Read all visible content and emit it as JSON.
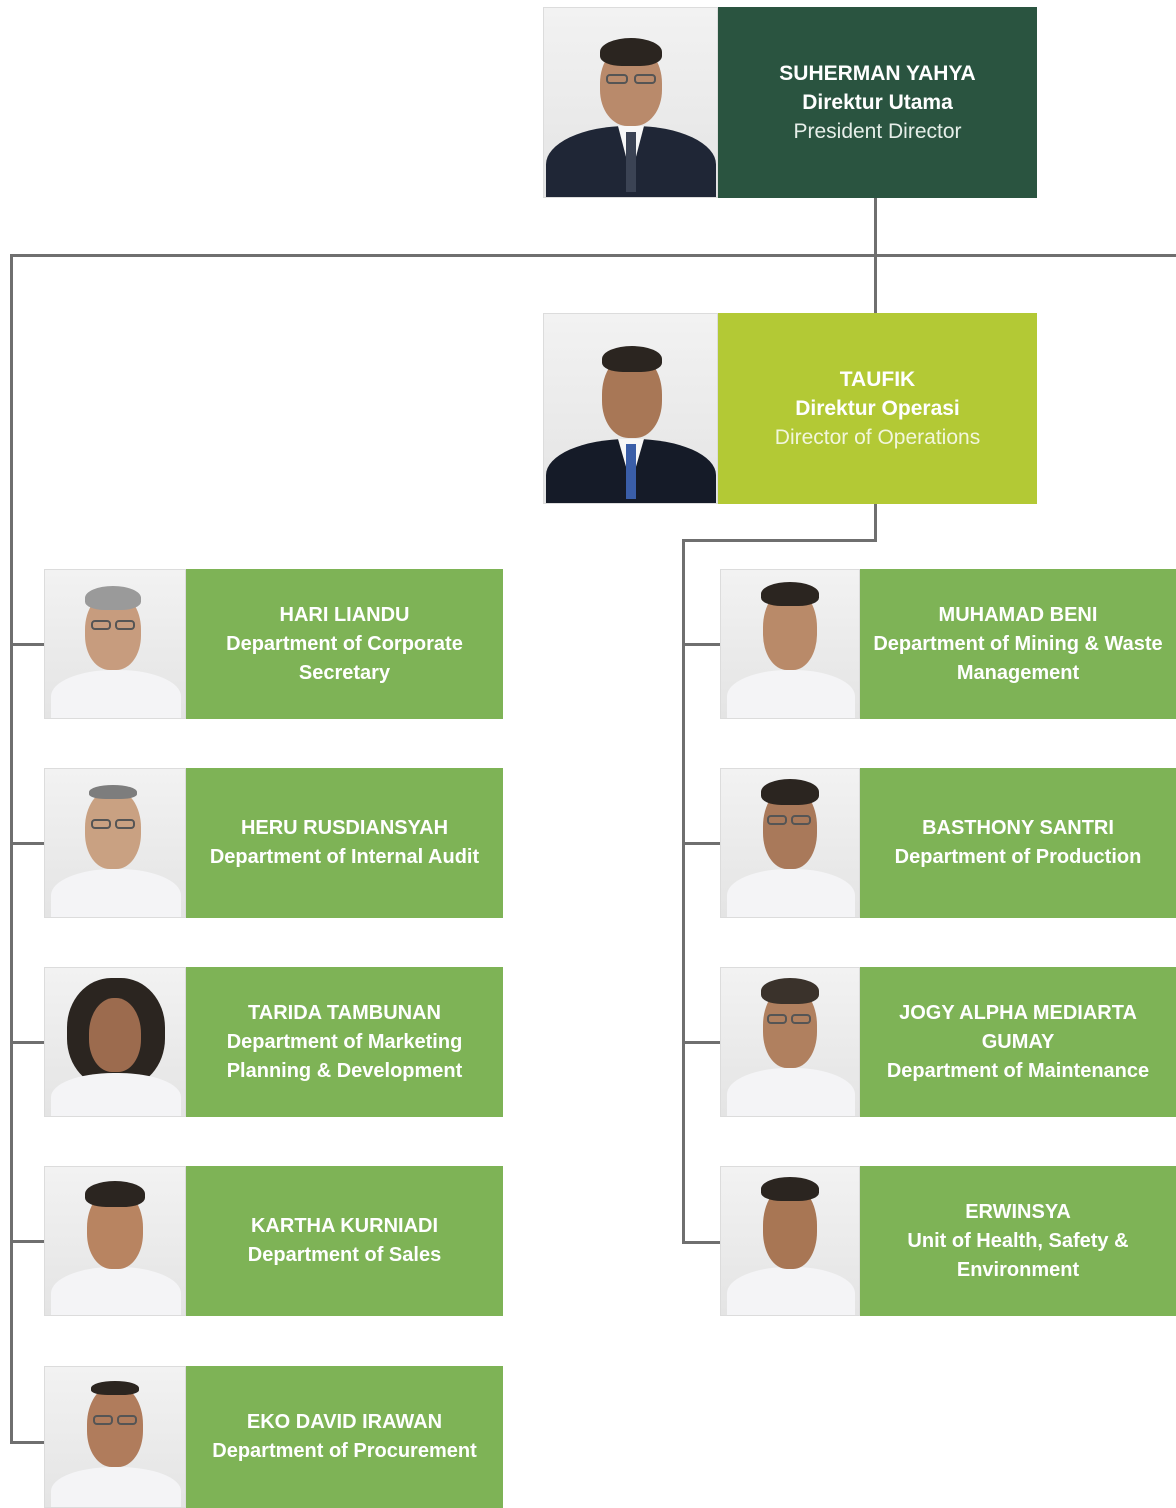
{
  "top": {
    "name": "SUHERMAN YAHYA",
    "role_id": "Direktur Utama",
    "role_en": "President Director"
  },
  "ops": {
    "name": "TAUFIK",
    "role_id": "Direktur Operasi",
    "role_en": "Director of Operations"
  },
  "left_units": [
    {
      "name": "HARI LIANDU",
      "dept": "Department of Corporate Secretary"
    },
    {
      "name": "HERU RUSDIANSYAH",
      "dept": "Department of Internal Audit"
    },
    {
      "name": "TARIDA TAMBUNAN",
      "dept": "Department of Marketing Planning & Development"
    },
    {
      "name": "KARTHA KURNIADI",
      "dept": "Department of Sales"
    },
    {
      "name": "EKO DAVID IRAWAN",
      "dept": "Department of Procurement"
    }
  ],
  "right_units": [
    {
      "name": "MUHAMAD BENI",
      "dept": "Department of Mining & Waste Management"
    },
    {
      "name": "BASTHONY SANTRI",
      "dept": "Department of Production"
    },
    {
      "name": "JOGY ALPHA MEDIARTA GUMAY",
      "dept": "Department of Maintenance"
    },
    {
      "name": "ERWINSYA",
      "dept": "Unit of Health, Safety & Environment"
    }
  ],
  "colors": {
    "top_box": "#2a5440",
    "ops_box": "#b3c935",
    "dept_box": "#7eb356",
    "connector": "#6f6f6f"
  }
}
